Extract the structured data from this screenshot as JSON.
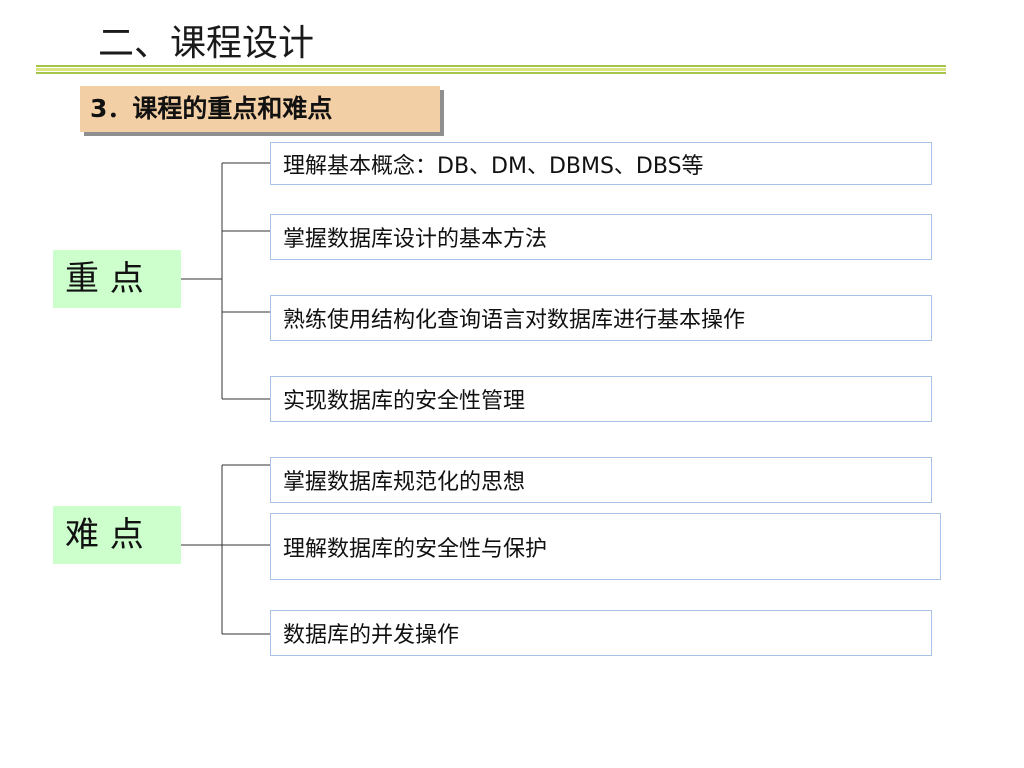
{
  "slide": {
    "title": "二、课程设计",
    "subheading": "3．课程的重点和难点"
  },
  "key_points": {
    "label": "重 点",
    "items": [
      "理解基本概念：DB、DM、DBMS、DBS等",
      "掌握数据库设计的基本方法",
      "熟练使用结构化查询语言对数据库进行基本操作",
      "实现数据库的安全性管理"
    ]
  },
  "difficult_points": {
    "label": "难 点",
    "items": [
      "掌握数据库规范化的思想",
      "理解数据库的安全性与保护",
      "数据库的并发操作"
    ]
  },
  "colors": {
    "title_rule": "#a6c34a",
    "subheading_fill": "#f3cfa5",
    "root_fill": "#ccffcc",
    "box_border": "#a9c3e6",
    "connector": "#333333"
  }
}
